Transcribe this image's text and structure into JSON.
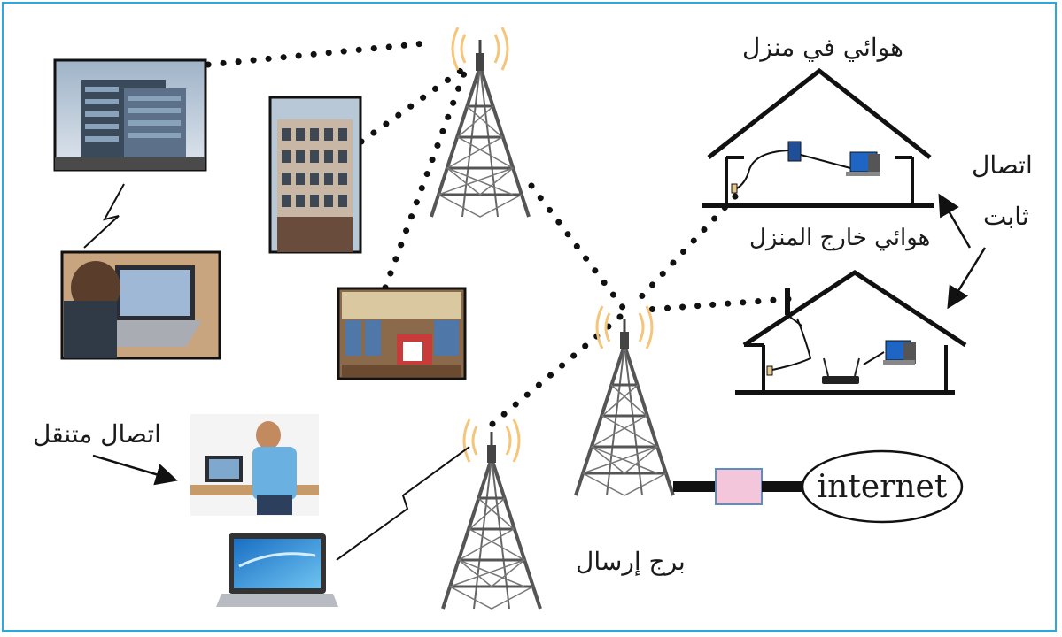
{
  "labels": {
    "antenna_home": "هوائي في منزل",
    "antenna_outside": "هوائي خارج المنزل",
    "fixed_connection_line1": "اتصال",
    "fixed_connection_line2": "ثابت",
    "mobile_connection": "اتصال متنقل",
    "transmission_tower": "برج إرسال",
    "internet": "internet"
  },
  "colors": {
    "frame": "#2aa9df",
    "router_box": "#f4c6dc",
    "signal_waves": "#f5c57a"
  }
}
